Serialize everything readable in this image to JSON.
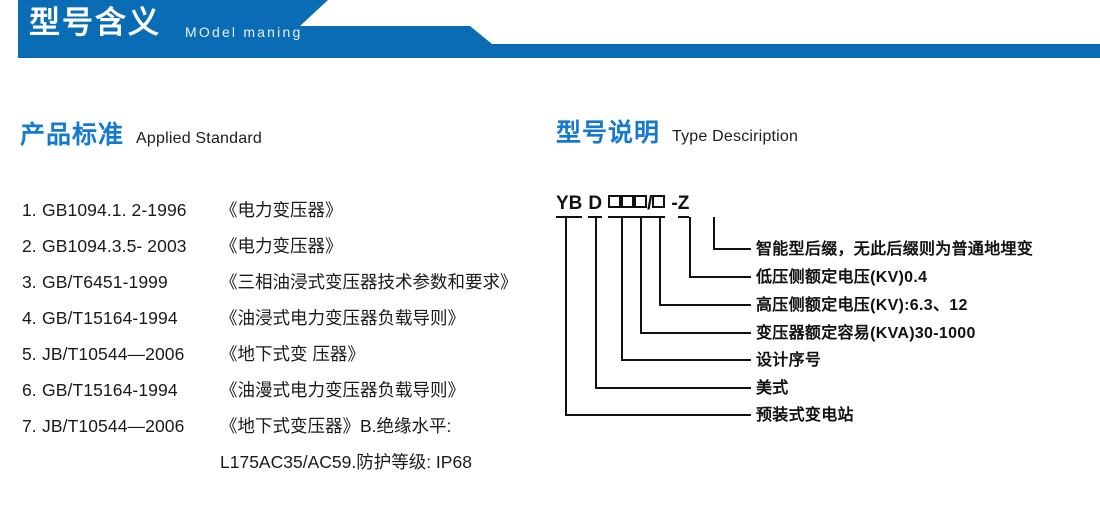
{
  "banner": {
    "title_cn": "型号含义",
    "title_en": "MOdel maning",
    "color": "#0a6cb4"
  },
  "sections": {
    "left": {
      "heading_cn": "产品标准",
      "heading_en": "Applied Standard",
      "heading_color": "#1579cf"
    },
    "right": {
      "heading_cn": "型号说明",
      "heading_en": "Type Desciription",
      "heading_color": "#1579cf"
    }
  },
  "standards": [
    {
      "num": "1.",
      "code": "GB1094.1. 2-1996",
      "name": "《电力变压器》"
    },
    {
      "num": "2.",
      "code": "GB1094.3.5- 2003",
      "name": "《电力变压器》"
    },
    {
      "num": "3.",
      "code": "GB/T6451-1999",
      "name": "《三相油浸式变压器技术参数和要求》"
    },
    {
      "num": "4.",
      "code": "GB/T15164-1994",
      "name": "《油浸式电力变压器负载导则》"
    },
    {
      "num": "5.",
      "code": "JB/T10544—2006",
      "name": "《地下式变 压器》"
    },
    {
      "num": "6.",
      "code": "GB/T15164-1994",
      "name": "《油漫式电力变压器负载导则》"
    },
    {
      "num": "7.",
      "code": "JB/T10544—2006",
      "name": "《地下式变压器》B.绝缘水平:"
    }
  ],
  "standard_continuation": "L175AC35/AC59.防护等级: IP68",
  "type_code": {
    "segments": [
      "YB",
      "D",
      "box",
      "box",
      "box",
      "/",
      "box",
      "-",
      "Z"
    ],
    "text_yb": "YB",
    "text_d": "D",
    "text_slash": "/",
    "text_dash": "-",
    "text_z": "Z"
  },
  "annotations": [
    {
      "text": "智能型后缀，无此后缀则为普通地埋变"
    },
    {
      "text": "低压侧额定电压(KV)0.4"
    },
    {
      "text": "高压侧额定电压(KV):6.3、12"
    },
    {
      "text": "变压器额定容易(KVA)30-1000"
    },
    {
      "text": "设计序号"
    },
    {
      "text": "美式"
    },
    {
      "text": "预装式变电站"
    }
  ]
}
